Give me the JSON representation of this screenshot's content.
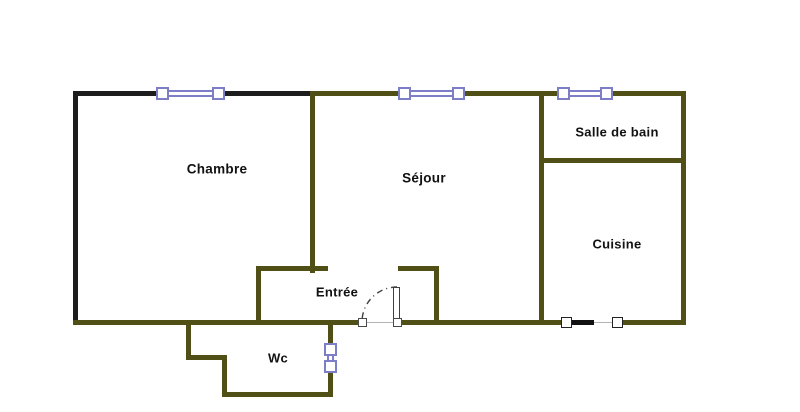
{
  "plan": {
    "type": "apartment-floor-plan",
    "rooms": [
      {
        "name": "chambre",
        "label": "Chambre"
      },
      {
        "name": "sejour",
        "label": "Séjour"
      },
      {
        "name": "salle-de-bain",
        "label": "Salle de bain"
      },
      {
        "name": "cuisine",
        "label": "Cuisine"
      },
      {
        "name": "entree",
        "label": "Entrée"
      },
      {
        "name": "wc",
        "label": "Wc"
      }
    ],
    "symbols": {
      "windows": [
        {
          "name": "window-chambre-top",
          "orientation": "horizontal"
        },
        {
          "name": "window-sejour-top",
          "orientation": "horizontal"
        },
        {
          "name": "window-salle-de-bain-top",
          "orientation": "horizontal"
        },
        {
          "name": "window-wc-side",
          "orientation": "vertical"
        }
      ],
      "doors": [
        {
          "name": "entrance-swing-door",
          "type": "quarter-arc-swing"
        },
        {
          "name": "kitchen-bottom-door",
          "type": "flat-leaf"
        }
      ]
    }
  },
  "colors": {
    "wall": "#4f4f16",
    "wall_dark": "#1d1d1d",
    "window_frame": "#7d7dc8",
    "door_stroke": "#3f3f3f",
    "door_leaf_bar": "#111111",
    "threshold": "#b5b5b5",
    "background": "#ffffff",
    "label_text": "#111111"
  }
}
